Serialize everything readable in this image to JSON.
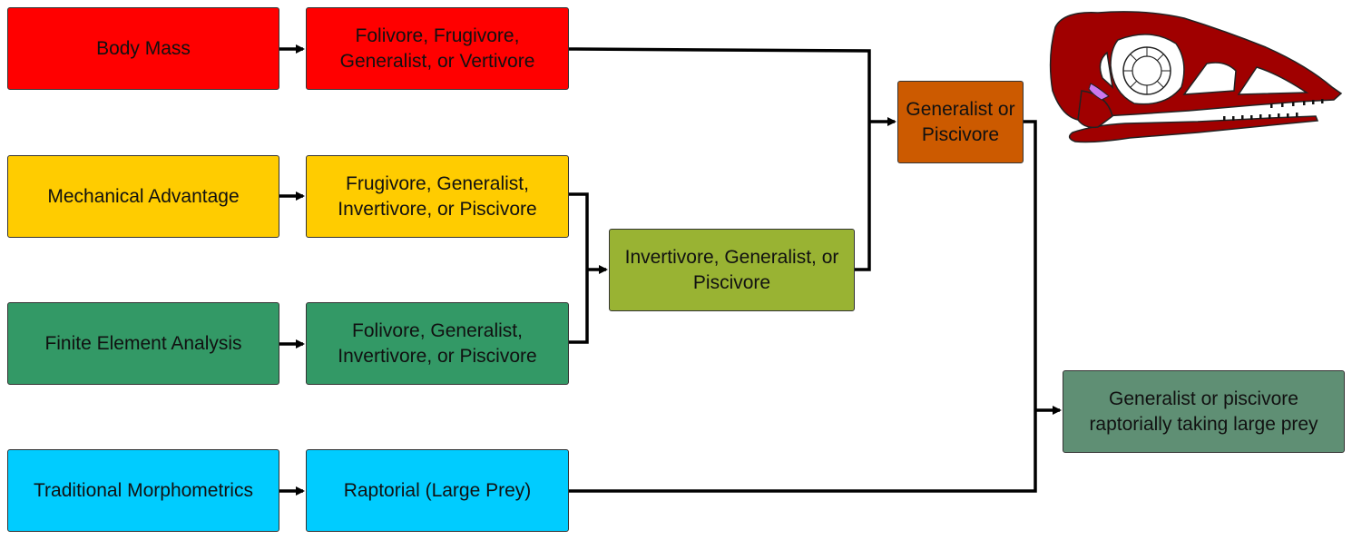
{
  "colors": {
    "body_mass": "#ff0000",
    "mechanical_advantage": "#ffcc00",
    "finite_element": "#339966",
    "traditional_morphometrics": "#00ccff",
    "combined_mid": "#99b333",
    "combined_top": "#cc5a00",
    "final": "#5f8f74",
    "skull": "#a00000",
    "skull_accent": "#cc77ee"
  },
  "methods": {
    "body_mass": "Body Mass",
    "mechanical_advantage": "Mechanical Advantage",
    "finite_element": "Finite Element Analysis",
    "traditional_morphometrics": "Traditional Morphometrics"
  },
  "results": {
    "body_mass": "Folivore, Frugivore, Generalist, or Vertivore",
    "mechanical_advantage": "Frugivore, Generalist, Invertivore, or Piscivore",
    "finite_element": "Folivore, Generalist, Invertivore, or Piscivore",
    "traditional_morphometrics": "Raptorial (Large Prey)"
  },
  "combined": {
    "mid": "Invertivore, Generalist, or Piscivore",
    "top": "Generalist or Piscivore",
    "final": "Generalist or piscivore raptorially taking large prey"
  },
  "icons": {
    "skull": "pterosaur-skull-icon"
  }
}
